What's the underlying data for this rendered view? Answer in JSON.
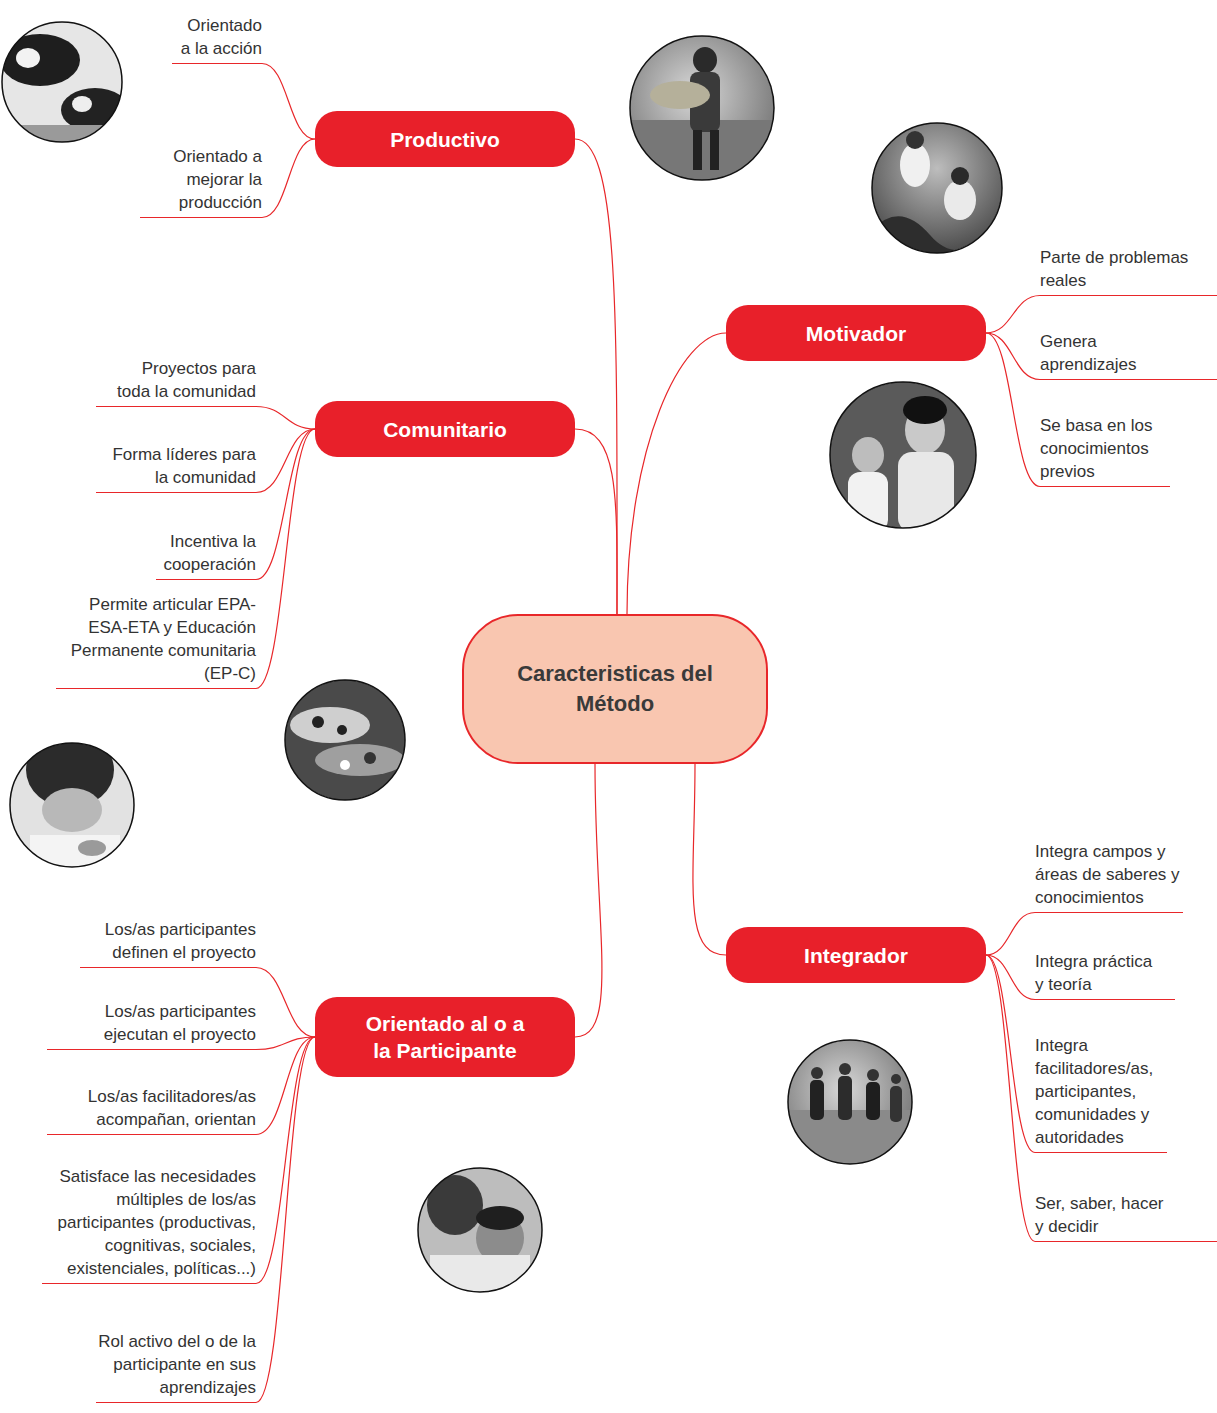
{
  "diagram": {
    "nodes": [
      {
        "text": [
          "Caracteristicas del Método"
        ]
      },
      {
        "text": [
          "Productivo"
        ]
      },
      {
        "text": [
          "Orientado a la acción"
        ]
      },
      {
        "text": [
          "Orientado a mejorar la producción"
        ]
      },
      {
        "text": [
          "Motivador"
        ]
      },
      {
        "text": [
          "Parte de problemas reales"
        ]
      },
      {
        "text": [
          "Genera aprendizajes"
        ]
      },
      {
        "text": [
          "Se basa en los conocimientos previos"
        ]
      },
      {
        "text": [
          "Comunitario"
        ]
      },
      {
        "text": [
          "Proyectos para toda la comunidad"
        ]
      },
      {
        "text": [
          "Forma líderes para la comunidad"
        ]
      },
      {
        "text": [
          "Incentiva la cooperación"
        ]
      },
      {
        "text": [
          "Permite articular EPA-ESA-ETA y Educación Permanente comunitaria (EP-C)"
        ]
      },
      {
        "text": [
          "Integrador"
        ]
      },
      {
        "text": [
          "Integra campos y áreas de saberes y conocimientos"
        ]
      },
      {
        "text": [
          "Integra práctica y teoría"
        ]
      },
      {
        "text": [
          "Integra facilitadores/as, participantes, comunidades y autoridades"
        ]
      },
      {
        "text": [
          "Ser, saber, hacer y decidir"
        ]
      },
      {
        "text": [
          "Orientado al o a la Participante"
        ]
      },
      {
        "text": [
          "Los/as participantes definen el proyecto"
        ]
      },
      {
        "text": [
          "Los/as participantes ejecutan el proyecto"
        ]
      },
      {
        "text": [
          "Los/as facilitadores/as acompañan, orientan"
        ]
      },
      {
        "text": [
          "Satisface las necesidades múltiples de los/as participantes (productivas, cognitivas, sociales, existenciales, políticas...)"
        ]
      },
      {
        "text": [
          "Rol activo del o de la participante en sus aprendizajes"
        ]
      }
    ],
    "edges": [
      {
        "from": 0,
        "to": 1,
        "arrow": "none"
      },
      {
        "from": 0,
        "to": 4,
        "arrow": "none"
      },
      {
        "from": 0,
        "to": 8,
        "arrow": "none"
      },
      {
        "from": 0,
        "to": 13,
        "arrow": "none"
      },
      {
        "from": 0,
        "to": 18,
        "arrow": "none"
      },
      {
        "from": 1,
        "to": 2,
        "arrow": "none"
      },
      {
        "from": 1,
        "to": 3,
        "arrow": "none"
      },
      {
        "from": 4,
        "to": 5,
        "arrow": "none"
      },
      {
        "from": 4,
        "to": 6,
        "arrow": "none"
      },
      {
        "from": 4,
        "to": 7,
        "arrow": "none"
      },
      {
        "from": 8,
        "to": 9,
        "arrow": "none"
      },
      {
        "from": 8,
        "to": 10,
        "arrow": "none"
      },
      {
        "from": 8,
        "to": 11,
        "arrow": "none"
      },
      {
        "from": 8,
        "to": 12,
        "arrow": "none"
      },
      {
        "from": 13,
        "to": 14,
        "arrow": "none"
      },
      {
        "from": 13,
        "to": 15,
        "arrow": "none"
      },
      {
        "from": 13,
        "to": 16,
        "arrow": "none"
      },
      {
        "from": 13,
        "to": 17,
        "arrow": "none"
      },
      {
        "from": 18,
        "to": 19,
        "arrow": "none"
      },
      {
        "from": 18,
        "to": 20,
        "arrow": "none"
      },
      {
        "from": 18,
        "to": 21,
        "arrow": "none"
      },
      {
        "from": 18,
        "to": 22,
        "arrow": "none"
      },
      {
        "from": 18,
        "to": 23,
        "arrow": "none"
      }
    ]
  }
}
